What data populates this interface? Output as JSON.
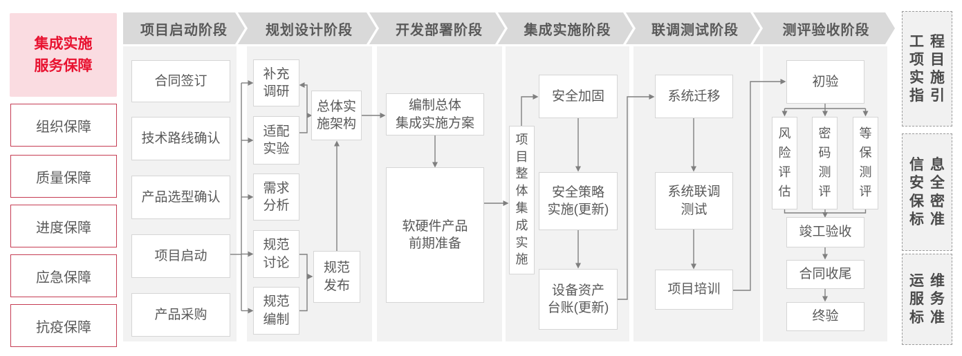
{
  "palette": {
    "chevron_bg": "#d9d9d9",
    "column_bg": "#f2f2f2",
    "box_border": "#d5d5d5",
    "red_border": "#c53b52",
    "title_red": "#e81230",
    "title_pink_bg": "#fadce1",
    "connector_gray": "#7f7f7f",
    "text_gray": "#595959"
  },
  "sidebar": {
    "title": "集成实施\n服务保障",
    "items": [
      "组织保障",
      "质量保障",
      "进度保障",
      "应急保障",
      "抗疫保障"
    ]
  },
  "phases": [
    "项目启动阶段",
    "规划设计阶段",
    "开发部署阶段",
    "集成实施阶段",
    "联调测试阶段",
    "测评验收阶段"
  ],
  "flow": {
    "p1": {
      "contract_signing": "合同签订",
      "tech_route_confirm": "技术路线确认",
      "product_selection_confirm": "产品选型确认",
      "project_kickoff": "项目启动",
      "product_procurement": "产品采购"
    },
    "p2": {
      "supplement_research": "补充\n调研",
      "adaptation_test": "适配\n实验",
      "requirement_analysis": "需求\n分析",
      "spec_discussion": "规范\n讨论",
      "spec_drafting": "规范\n编制",
      "overall_architecture": "总体实\n施架构",
      "spec_release": "规范\n发布"
    },
    "p3": {
      "overall_plan": "编制总体\n集成实施方案",
      "product_preparation": "软硬件产品\n前期准备"
    },
    "p4": {
      "overall_implementation": "项目整体集成实施",
      "security_hardening": "安全加固",
      "security_policy": "安全策略\n实施(更新)",
      "asset_ledger": "设备资产\n台账(更新)"
    },
    "p5": {
      "system_migration": "系统迁移",
      "joint_testing": "系统联调\n测试",
      "project_training": "项目培训"
    },
    "p6": {
      "initial_acceptance": "初验",
      "risk_assessment": "风险评估",
      "crypto_evaluation": "密码测评",
      "classified_protection_evaluation": "等保测评",
      "completion_acceptance": "竣工验收",
      "contract_closure": "合同收尾",
      "final_acceptance": "终验"
    }
  },
  "standards": [
    "工程项目实施指引",
    "信息安全保密标准",
    "运维服务标准"
  ]
}
